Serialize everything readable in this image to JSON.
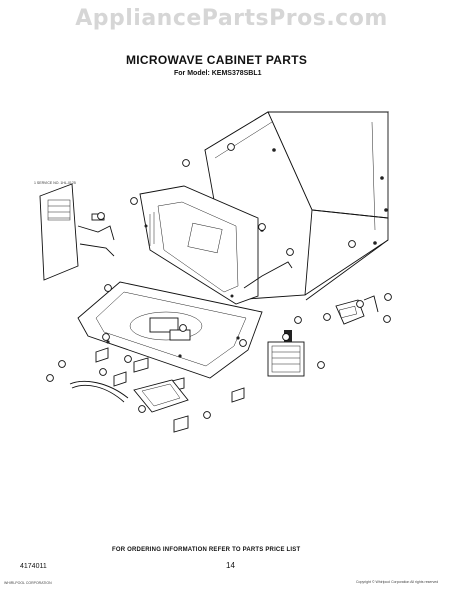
{
  "watermark": "AppliancePartsPros.com",
  "header": {
    "title": "MICROWAVE CABINET PARTS",
    "subtitle": "For Model: KEMS378SBL1"
  },
  "inset_label": "1 SERVICE NO. 1HL-0125",
  "footer": {
    "note": "FOR ORDERING INFORMATION REFER TO PARTS PRICE LIST",
    "doc_number": "4174011",
    "page_number": "14",
    "fine_print_left": "WHIRLPOOL CORPORATION",
    "fine_print_right": "Copyright © Whirlpool Corporation All rights reserved"
  }
}
